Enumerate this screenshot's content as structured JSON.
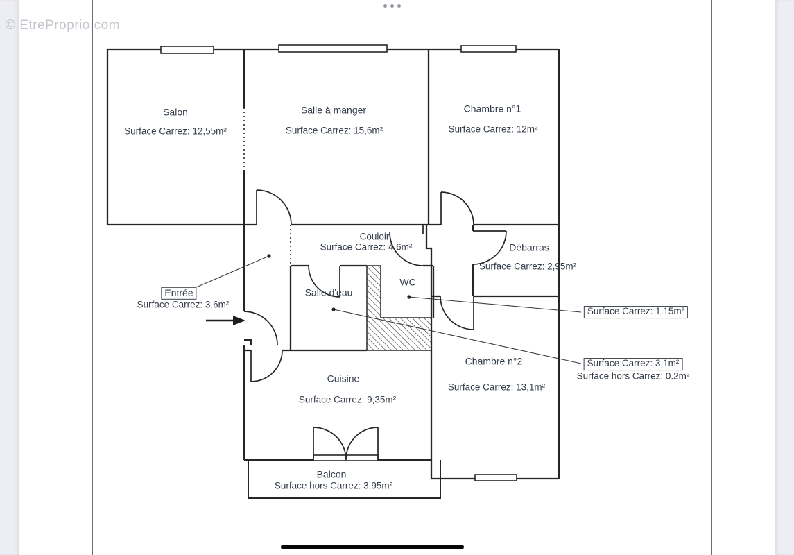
{
  "chrome": {
    "watermark": "© EtreProprio.com"
  },
  "rooms": {
    "salon": {
      "name": "Salon",
      "area": "Surface Carrez: 12,55m²"
    },
    "salle_a_manger": {
      "name": "Salle à manger",
      "area": "Surface Carrez: 15,6m²"
    },
    "chambre1": {
      "name": "Chambre n°1",
      "area": "Surface Carrez: 12m²"
    },
    "couloir": {
      "name": "Couloir",
      "area": "Surface Carrez: 4,6m²"
    },
    "debarras": {
      "name": "Débarras",
      "area": "Surface Carrez: 2,95m²"
    },
    "entree": {
      "name": "Entrée",
      "area": "Surface Carrez: 3,6m²"
    },
    "salle_deau": {
      "name": "Salle d'eau"
    },
    "wc": {
      "name": "WC"
    },
    "cuisine": {
      "name": "Cuisine",
      "area": "Surface Carrez: 9,35m²"
    },
    "chambre2": {
      "name": "Chambre n°2",
      "area": "Surface Carrez: 13,1m²"
    },
    "balcon": {
      "name": "Balcon",
      "area": "Surface hors Carrez: 3,95m²"
    }
  },
  "callouts": {
    "wc_area": "Surface Carrez: 1,15m²",
    "salle_deau_area": "Surface Carrez: 3,1m²",
    "salle_deau_hors": "Surface hors Carrez: 0.2m²"
  },
  "colors": {
    "wall": "#262626",
    "text": "#333c4a",
    "watermark_gray": "#b6b9c3"
  }
}
